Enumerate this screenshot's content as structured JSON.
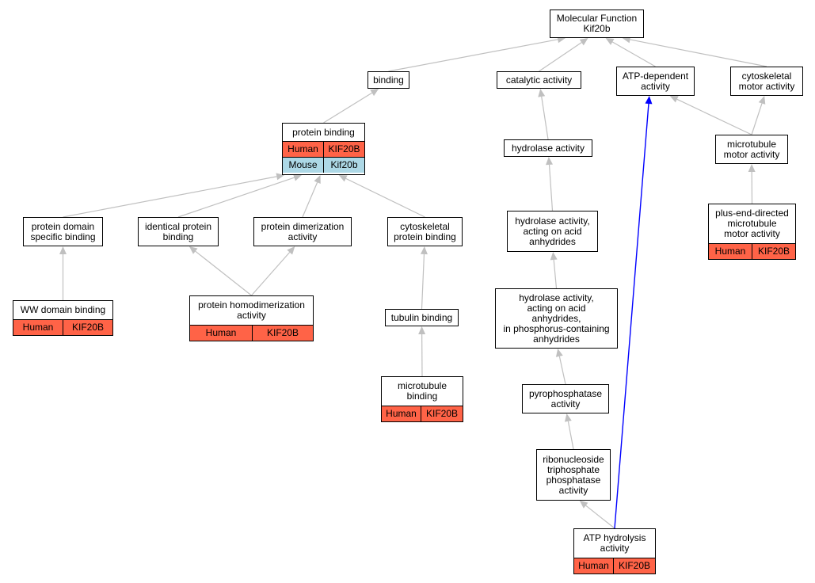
{
  "colors": {
    "edge": "#c0c0c0",
    "highlight_edge": "#0000ff",
    "human": "#ff6347",
    "mouse": "#add8e6"
  },
  "nodes": {
    "root": {
      "lines": [
        "Molecular Function",
        "Kif20b"
      ]
    },
    "binding": {
      "lines": [
        "binding"
      ]
    },
    "catalytic": {
      "lines": [
        "catalytic activity"
      ]
    },
    "atp_dependent": {
      "lines": [
        "ATP-dependent",
        "activity"
      ]
    },
    "cyto_motor": {
      "lines": [
        "cytoskeletal",
        "motor activity"
      ]
    },
    "protein_binding": {
      "lines": [
        "protein binding"
      ],
      "orthologs": [
        [
          "Human",
          "KIF20B"
        ],
        [
          "Mouse",
          "Kif20b"
        ]
      ]
    },
    "hydrolase": {
      "lines": [
        "hydrolase activity"
      ]
    },
    "mt_motor": {
      "lines": [
        "microtubule",
        "motor activity"
      ]
    },
    "domain_specific": {
      "lines": [
        "protein domain",
        "specific binding"
      ]
    },
    "identical": {
      "lines": [
        "identical protein",
        "binding"
      ]
    },
    "dimerization": {
      "lines": [
        "protein dimerization",
        "activity"
      ]
    },
    "cyto_protein": {
      "lines": [
        "cytoskeletal",
        "protein binding"
      ]
    },
    "hydrolase_anh": {
      "lines": [
        "hydrolase activity,",
        "acting on acid",
        "anhydrides"
      ]
    },
    "plus_end": {
      "lines": [
        "plus-end-directed",
        "microtubule",
        "motor activity"
      ],
      "orthologs": [
        [
          "Human",
          "KIF20B"
        ]
      ]
    },
    "ww_domain": {
      "lines": [
        "WW domain binding"
      ],
      "orthologs": [
        [
          "Human",
          "KIF20B"
        ]
      ]
    },
    "homodimerization": {
      "lines": [
        "protein homodimerization",
        "activity"
      ],
      "orthologs": [
        [
          "Human",
          "KIF20B"
        ]
      ]
    },
    "tubulin": {
      "lines": [
        "tubulin binding"
      ]
    },
    "hydrolase_phos": {
      "lines": [
        "hydrolase activity,",
        "acting on acid",
        "anhydrides,",
        "in phosphorus-containing",
        "anhydrides"
      ]
    },
    "microtubule_binding": {
      "lines": [
        "microtubule",
        "binding"
      ],
      "orthologs": [
        [
          "Human",
          "KIF20B"
        ]
      ]
    },
    "pyrophosphatase": {
      "lines": [
        "pyrophosphatase",
        "activity"
      ]
    },
    "ribonucleoside": {
      "lines": [
        "ribonucleoside",
        "triphosphate",
        "phosphatase",
        "activity"
      ]
    },
    "atp_hydrolysis": {
      "lines": [
        "ATP hydrolysis",
        "activity"
      ],
      "orthologs": [
        [
          "Human",
          "KIF20B"
        ]
      ]
    }
  },
  "edges": [
    [
      "binding",
      "root"
    ],
    [
      "catalytic",
      "root"
    ],
    [
      "atp_dependent",
      "root"
    ],
    [
      "cyto_motor",
      "root"
    ],
    [
      "protein_binding",
      "binding"
    ],
    [
      "hydrolase",
      "catalytic"
    ],
    [
      "mt_motor",
      "atp_dependent"
    ],
    [
      "mt_motor",
      "cyto_motor"
    ],
    [
      "plus_end",
      "mt_motor"
    ],
    [
      "domain_specific",
      "protein_binding"
    ],
    [
      "identical",
      "protein_binding"
    ],
    [
      "dimerization",
      "protein_binding"
    ],
    [
      "cyto_protein",
      "protein_binding"
    ],
    [
      "ww_domain",
      "domain_specific"
    ],
    [
      "homodimerization",
      "identical"
    ],
    [
      "homodimerization",
      "dimerization"
    ],
    [
      "tubulin",
      "cyto_protein"
    ],
    [
      "microtubule_binding",
      "tubulin"
    ],
    [
      "hydrolase_anh",
      "hydrolase"
    ],
    [
      "hydrolase_phos",
      "hydrolase_anh"
    ],
    [
      "pyrophosphatase",
      "hydrolase_phos"
    ],
    [
      "ribonucleoside",
      "pyrophosphatase"
    ],
    [
      "atp_hydrolysis",
      "ribonucleoside"
    ],
    [
      "atp_hydrolysis",
      "atp_dependent",
      "highlight"
    ]
  ]
}
